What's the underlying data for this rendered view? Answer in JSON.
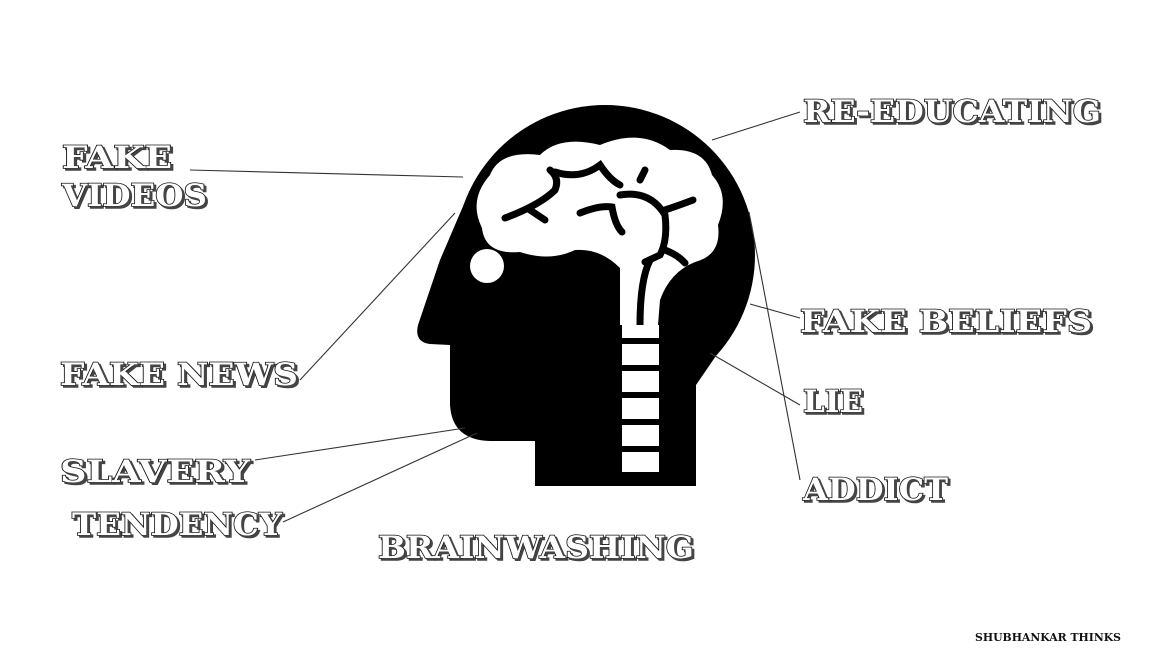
{
  "title": "BRAINWASHING",
  "labels": {
    "fake_videos_line1": "FAKE",
    "fake_videos_line2": "VIDEOS",
    "fake_news": "FAKE NEWS",
    "slavery": "SLAVERY",
    "tendency": "TENDENCY",
    "re_educating": "RE-EDUCATING",
    "fake_beliefs": "FAKE BELIEFS",
    "lie": "LIE",
    "addict": "ADDICT"
  },
  "credit": "SHUBHANKAR THINKS",
  "colors": {
    "ink": "#000000",
    "background": "#ffffff"
  }
}
